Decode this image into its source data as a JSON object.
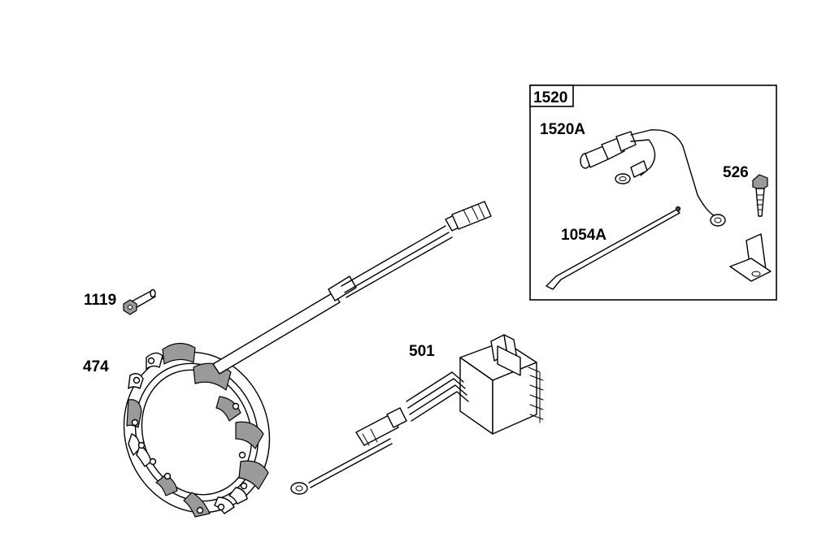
{
  "diagram": {
    "labels": {
      "p1119": "1119",
      "p474": "474",
      "p501": "501",
      "p1520": "1520",
      "p1520a": "1520A",
      "p526": "526",
      "p1054a": "1054A"
    }
  }
}
